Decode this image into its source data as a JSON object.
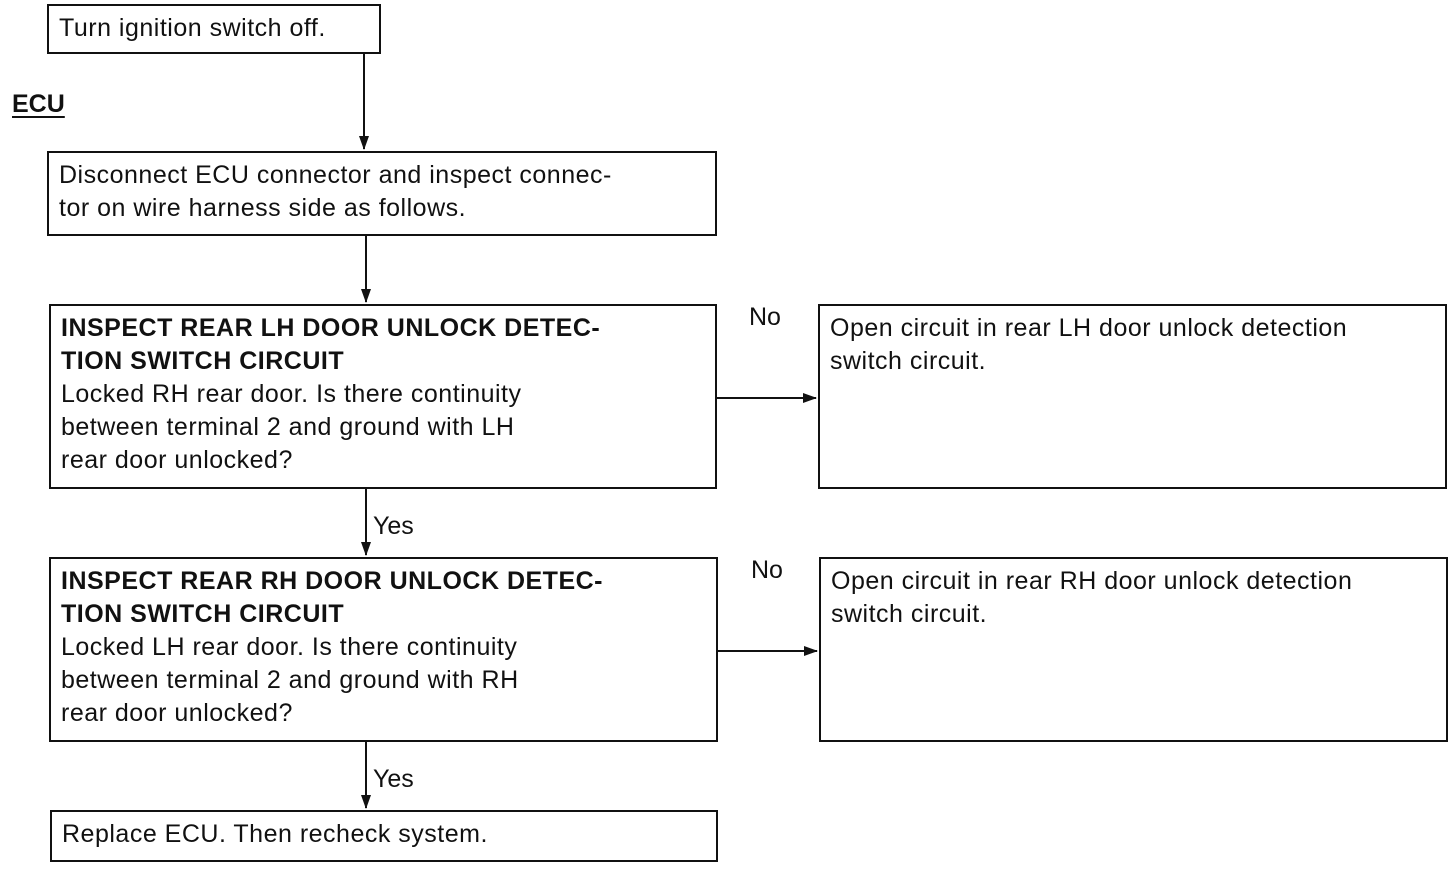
{
  "section_label": "ECU",
  "nodes": {
    "step1": {
      "lines": [
        "Turn ignition switch off."
      ]
    },
    "step2": {
      "lines": [
        "Disconnect ECU connector and inspect connec-",
        "tor on wire harness side as follows."
      ]
    },
    "check_lh": {
      "heading": [
        "INSPECT REAR LH DOOR UNLOCK DETEC-",
        "TION SWITCH CIRCUIT"
      ],
      "lines": [
        "Locked RH rear door. Is there continuity",
        "between terminal 2 and ground with LH",
        "rear door unlocked?"
      ]
    },
    "result_lh": {
      "lines": [
        "Open circuit in rear LH door unlock detection",
        "switch circuit."
      ]
    },
    "check_rh": {
      "heading": [
        "INSPECT REAR RH DOOR UNLOCK DETEC-",
        "TION SWITCH CIRCUIT"
      ],
      "lines": [
        "Locked LH rear door. Is there continuity",
        "between terminal 2 and ground with RH",
        "rear door unlocked?"
      ]
    },
    "result_rh": {
      "lines": [
        "Open circuit in rear RH door unlock detection",
        "switch circuit."
      ]
    },
    "final": {
      "lines": [
        "Replace ECU. Then recheck system."
      ]
    }
  },
  "edges": {
    "lh_no": "No",
    "lh_yes": "Yes",
    "rh_no": "No",
    "rh_yes": "Yes"
  }
}
